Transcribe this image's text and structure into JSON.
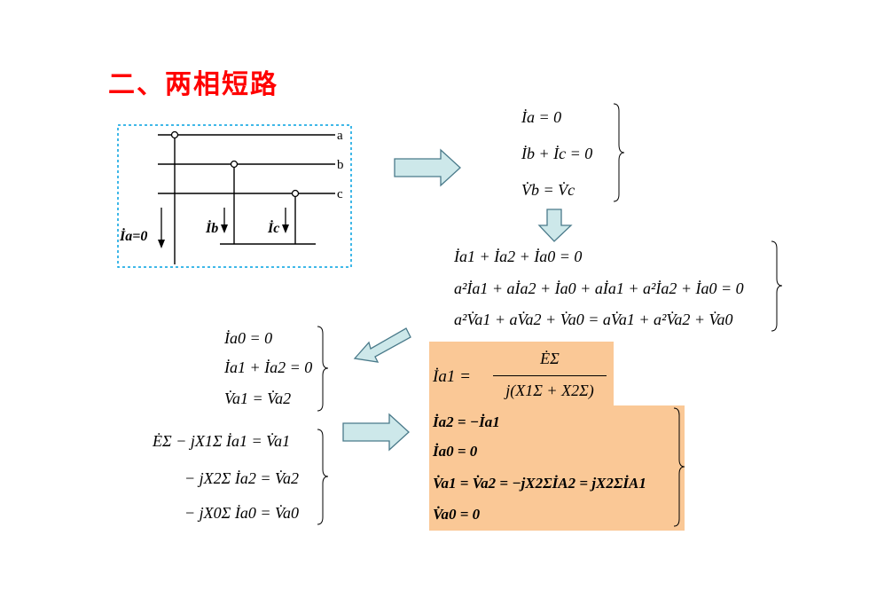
{
  "title": "二、两相短路",
  "circuit": {
    "phase_labels": [
      "a",
      "b",
      "c"
    ],
    "current_labels": [
      "İa=0",
      "İb",
      "İc"
    ]
  },
  "equations": {
    "boundary": [
      "İa = 0",
      "İb + İc = 0",
      "V̇b = V̇c"
    ],
    "sequence_transform": [
      "İa1 + İa2 + İa0 = 0",
      "a²İa1 + aİa2 + İa0 + aİa1 + a²İa2 + İa0 = 0",
      "a²V̇a1 + aV̇a2 + V̇a0 = aV̇a1 + a²V̇a2 + V̇a0"
    ],
    "sequence_conditions": [
      "İa0 = 0",
      "İa1 + İa2 = 0",
      "V̇a1 = V̇a2"
    ],
    "network_equations": [
      "ĖΣ − jX1Σ İa1 = V̇a1",
      "− jX2Σ İa2 = V̇a2",
      "− jX0Σ İa0 = V̇a0"
    ],
    "ia1_formula": {
      "lhs": "İa1 =",
      "numerator": "ĖΣ",
      "denominator": "j(X1Σ + X2Σ)"
    },
    "results": [
      "İa2 = −İa1",
      "İa0 = 0",
      "V̇a1 = V̇a2 = −jX2ΣİA2 = jX2ΣİA1",
      "V̇a0 = 0"
    ]
  },
  "colors": {
    "title": "#ff0000",
    "highlight": "#fac896",
    "circuit_border": "#00a0e0",
    "arrow_fill": "#cde8ea",
    "arrow_stroke": "#4a7a8a"
  }
}
